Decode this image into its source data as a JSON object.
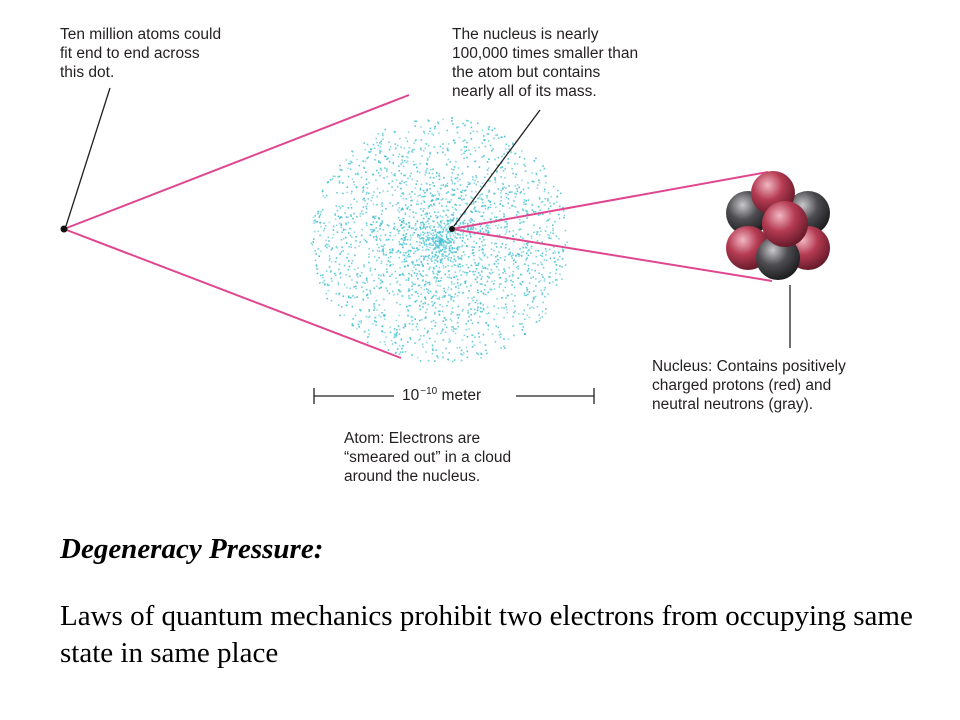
{
  "labels": {
    "dot": "Ten million atoms could\nfit end to end across\nthis dot.",
    "nucleus_size": "The nucleus is nearly\n100,000 times smaller than\nthe atom but contains\nnearly all of its mass.",
    "nucleus_contents": "Nucleus: Contains positively\ncharged protons (red) and\nneutral neutrons (gray).",
    "atom": "Atom: Electrons are\n“smeared out” in a cloud\naround the nucleus."
  },
  "scale": {
    "base": "10",
    "exponent": "−10",
    "unit": "meter"
  },
  "text": {
    "heading": "Degeneracy Pressure:",
    "body": "Laws of quantum mechanics prohibit two electrons from occupying same state in same place"
  },
  "colors": {
    "zoom_lines": "#e0468f",
    "electron_cloud": "#4cc3d3",
    "proton": "#b53b52",
    "neutron": "#4a4a4d",
    "ink": "#231f20"
  }
}
